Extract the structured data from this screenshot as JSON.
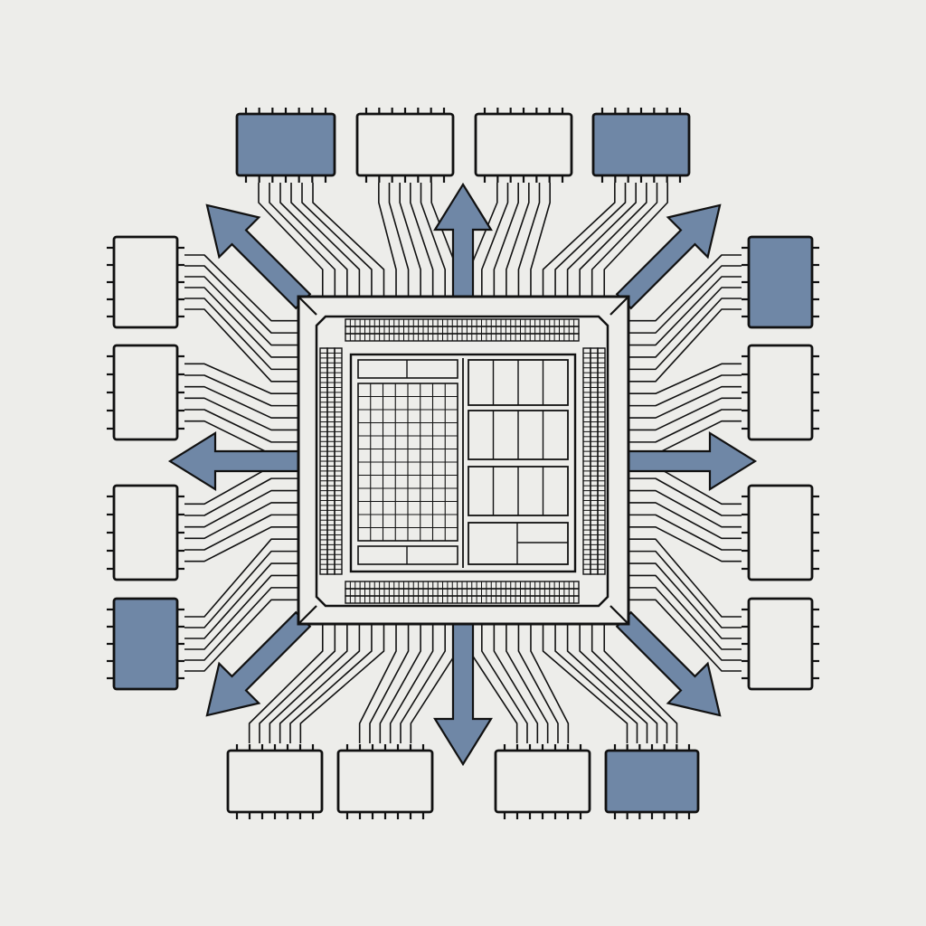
{
  "colors": {
    "background": "#ededea",
    "stroke": "#111111",
    "accent": "#6f87a6",
    "light_fill": "#ededea"
  },
  "diagram": {
    "title": "",
    "center": {
      "name": "processor-chip"
    },
    "modules": [
      {
        "side": "top",
        "filled": true
      },
      {
        "side": "top",
        "filled": false
      },
      {
        "side": "top",
        "filled": false
      },
      {
        "side": "top",
        "filled": true
      },
      {
        "side": "right",
        "filled": true
      },
      {
        "side": "right",
        "filled": false
      },
      {
        "side": "right",
        "filled": false
      },
      {
        "side": "right",
        "filled": false
      },
      {
        "side": "bottom",
        "filled": false
      },
      {
        "side": "bottom",
        "filled": false
      },
      {
        "side": "bottom",
        "filled": false
      },
      {
        "side": "bottom",
        "filled": true
      },
      {
        "side": "left",
        "filled": false
      },
      {
        "side": "left",
        "filled": false
      },
      {
        "side": "left",
        "filled": false
      },
      {
        "side": "left",
        "filled": true
      }
    ],
    "arrows": [
      {
        "direction": "up"
      },
      {
        "direction": "down"
      },
      {
        "direction": "left"
      },
      {
        "direction": "right"
      },
      {
        "direction": "up-left"
      },
      {
        "direction": "up-right"
      },
      {
        "direction": "down-left"
      },
      {
        "direction": "down-right"
      }
    ]
  }
}
